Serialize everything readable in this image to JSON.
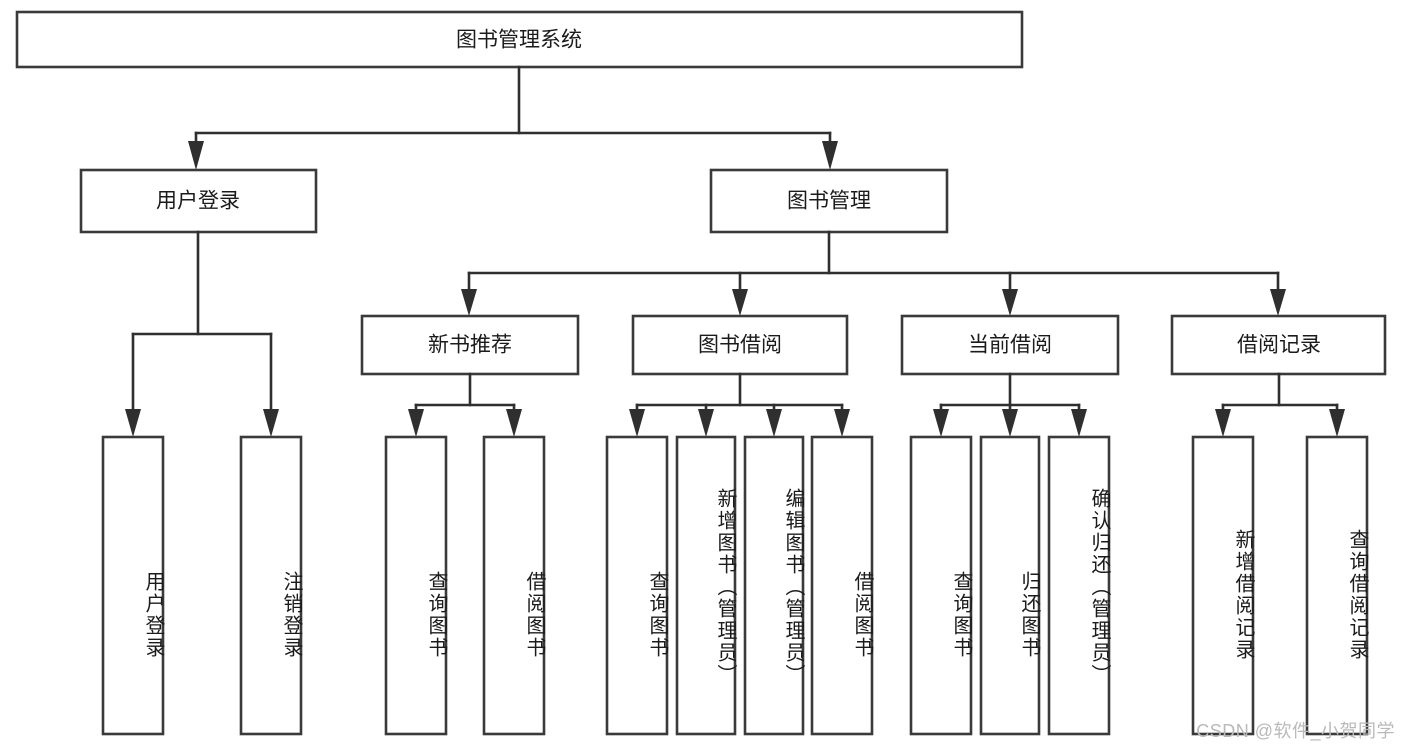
{
  "diagram": {
    "title": "图书管理系统",
    "type": "tree",
    "watermark": "CSDN @软件_小贺同学",
    "colors": {
      "box_stroke": "#3a3a3a",
      "box_fill": "#ffffff",
      "connector": "#2f2f2f",
      "text": "#1b1b1b",
      "watermark": "#b9b9b9",
      "background": "#ffffff"
    },
    "root": {
      "label": "图书管理系统"
    },
    "level2": [
      {
        "label": "用户登录"
      },
      {
        "label": "图书管理"
      }
    ],
    "level3": [
      {
        "label": "新书推荐"
      },
      {
        "label": "图书借阅"
      },
      {
        "label": "当前借阅"
      },
      {
        "label": "借阅记录"
      }
    ],
    "leaves": {
      "user_login": [
        {
          "label": "用户登录"
        },
        {
          "label": "注销登录"
        }
      ],
      "new_book": [
        {
          "label": "查询图书"
        },
        {
          "label": "借阅图书"
        }
      ],
      "book_borrow": [
        {
          "label": "查询图书"
        },
        {
          "label": "新增图书（管理员）"
        },
        {
          "label": "编辑图书（管理员）"
        },
        {
          "label": "借阅图书"
        }
      ],
      "current_borrow": [
        {
          "label": "查询图书"
        },
        {
          "label": "归还图书"
        },
        {
          "label": "确认归还（管理员）"
        }
      ],
      "borrow_record": [
        {
          "label": "新增借阅记录"
        },
        {
          "label": "查询借阅记录"
        }
      ]
    }
  }
}
